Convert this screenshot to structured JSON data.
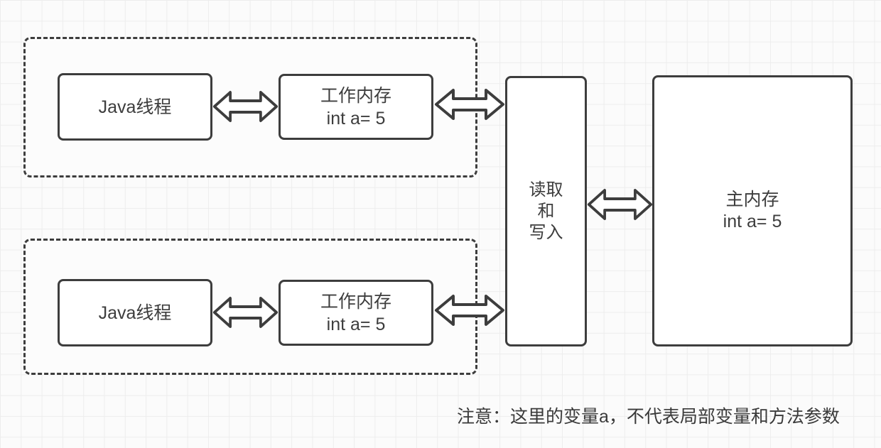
{
  "diagram": {
    "title_semantic": "Java memory model diagram",
    "groups": [
      {
        "thread_label": "Java线程",
        "memory_title": "工作内存",
        "memory_value": "int a= 5"
      },
      {
        "thread_label": "Java线程",
        "memory_title": "工作内存",
        "memory_value": "int a= 5"
      }
    ],
    "read_write": {
      "lines": [
        "读取",
        "和",
        "写入"
      ]
    },
    "main_memory": {
      "title": "主内存",
      "value": "int a= 5"
    },
    "note": "注意：这里的变量a，不代表局部变量和方法参数",
    "colors": {
      "stroke": "#3d3d3d",
      "background": "#fbfbfb",
      "grid_line": "#ededed",
      "box_fill": "#ffffff"
    }
  }
}
